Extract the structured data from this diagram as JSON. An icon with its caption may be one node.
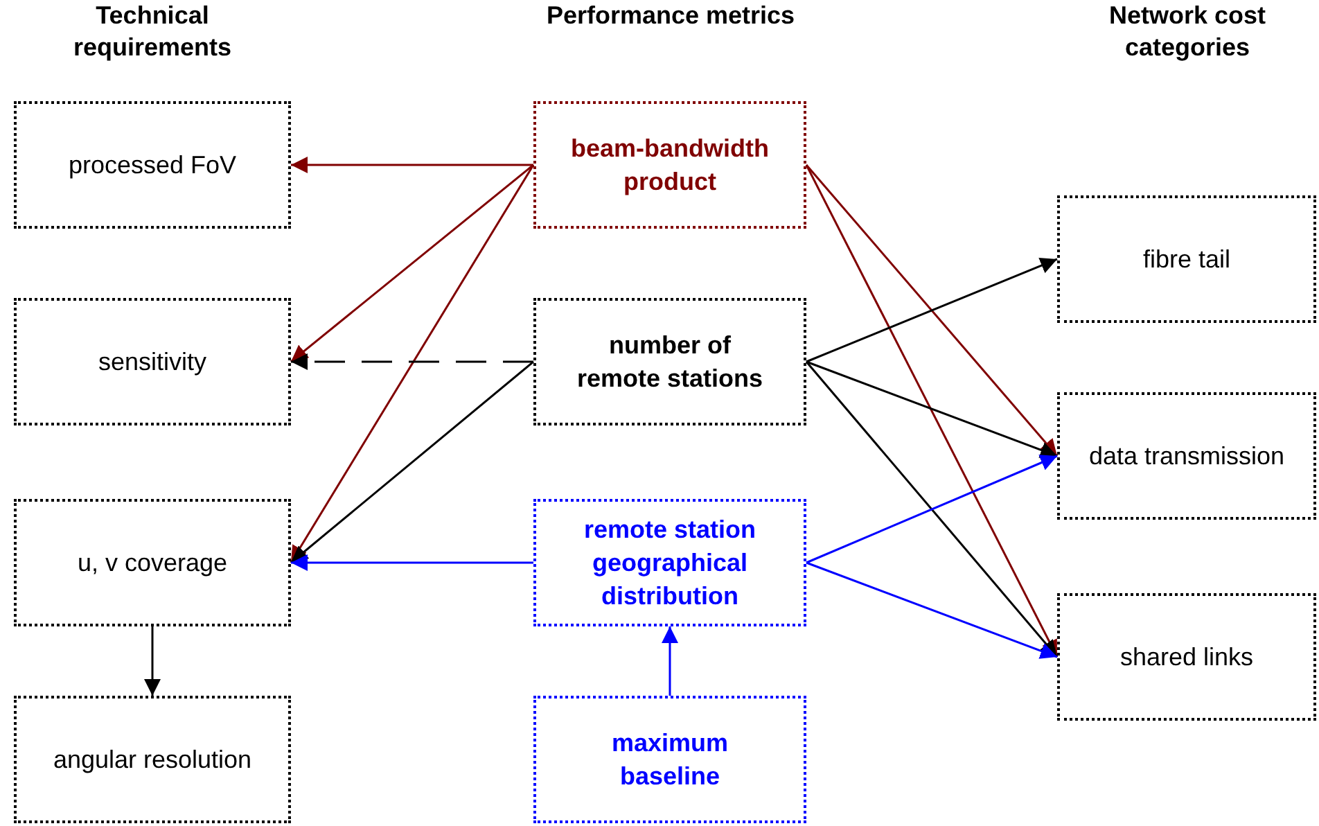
{
  "diagram": {
    "nodes": [
      {
        "text": [
          "processed FoV"
        ]
      },
      {
        "text": [
          "sensitivity"
        ]
      },
      {
        "text": [
          "u, v coverage"
        ]
      },
      {
        "text": [
          "angular resolution"
        ]
      },
      {
        "text": [
          "beam-bandwidth product"
        ]
      },
      {
        "text": [
          "number of remote stations"
        ]
      },
      {
        "text": [
          "remote station geographical distribution"
        ]
      },
      {
        "text": [
          "maximum baseline"
        ]
      },
      {
        "text": [
          "fibre tail"
        ]
      },
      {
        "text": [
          "data transmission"
        ]
      },
      {
        "text": [
          "shared links"
        ]
      }
    ],
    "edges": [
      {
        "from": 4,
        "to": 0,
        "arrow": "to",
        "color": "#800000"
      },
      {
        "from": 4,
        "to": 1,
        "arrow": "to",
        "color": "#800000"
      },
      {
        "from": 4,
        "to": 2,
        "arrow": "to",
        "color": "#800000"
      },
      {
        "from": 4,
        "to": 9,
        "arrow": "to",
        "color": "#800000"
      },
      {
        "from": 4,
        "to": 10,
        "arrow": "to",
        "color": "#800000"
      },
      {
        "from": 5,
        "to": 1,
        "arrow": "to",
        "style": "dashed"
      },
      {
        "from": 5,
        "to": 2,
        "arrow": "to"
      },
      {
        "from": 5,
        "to": 8,
        "arrow": "to"
      },
      {
        "from": 5,
        "to": 9,
        "arrow": "to"
      },
      {
        "from": 5,
        "to": 10,
        "arrow": "to"
      },
      {
        "from": 6,
        "to": 2,
        "arrow": "to",
        "color": "#0000ff"
      },
      {
        "from": 6,
        "to": 9,
        "arrow": "to",
        "color": "#0000ff"
      },
      {
        "from": 6,
        "to": 10,
        "arrow": "to",
        "color": "#0000ff"
      },
      {
        "from": 7,
        "to": 6,
        "arrow": "to",
        "color": "#0000ff"
      },
      {
        "from": 2,
        "to": 3,
        "arrow": "to"
      }
    ],
    "labels": [
      "Technical requirements",
      "Performance metrics",
      "Network cost categories"
    ]
  }
}
